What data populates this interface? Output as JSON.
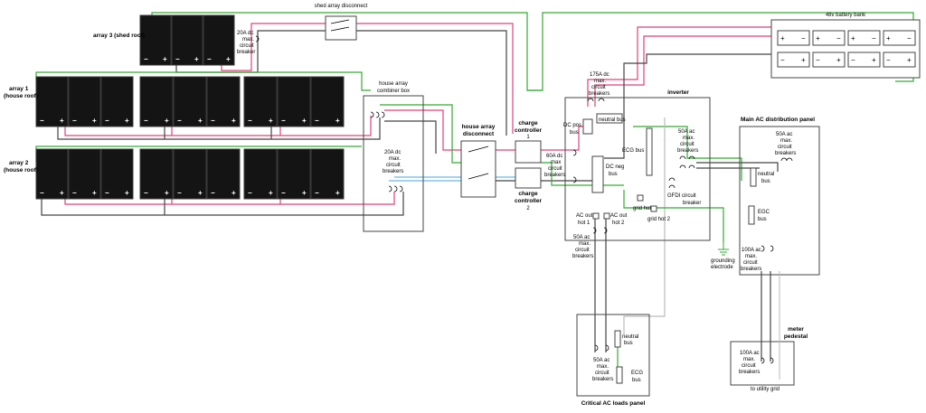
{
  "arrays": {
    "a3": "array 3 (shed roof)",
    "a1_l1": "array 1",
    "a1_l2": "(house roof)",
    "a2_l1": "array 2",
    "a2_l2": "(house roof)"
  },
  "breakers": {
    "shed": [
      "20A dc",
      "max.",
      "circuit",
      "breaker"
    ],
    "combiner": [
      "20A dc",
      "max.",
      "circuit",
      "breakers"
    ],
    "dc175": [
      "175A dc",
      "max.",
      "circuit",
      "breakers"
    ],
    "dc60": [
      "60A dc",
      "max",
      "circuit",
      "breakers"
    ],
    "ac50_inv": [
      "50A ac",
      "max.",
      "circuit",
      "breakers"
    ],
    "ac50_out": [
      "50A ac",
      "max.",
      "circuit",
      "breakers"
    ],
    "ac50_main": [
      "50A ac",
      "max.",
      "circuit",
      "breakers"
    ],
    "ac100_main": [
      "100A ac",
      "max.",
      "circuit",
      "breakers"
    ],
    "ac50_crit": [
      "50A ac",
      "max.",
      "circuit",
      "breakers"
    ],
    "ac100_meter": [
      "100A ac",
      "max.",
      "circuit",
      "breakers"
    ],
    "gfdi": [
      "GFDI circuit",
      "breaker"
    ]
  },
  "labels": {
    "shed_disconnect": "shed array disconnect",
    "combiner_l1": "house array",
    "combiner_l2": "combiner box",
    "house_disc_l1": "house array",
    "house_disc_l2": "disconnect",
    "cc1_l1": "charge",
    "cc1_l2": "controller",
    "cc1_l3": "1",
    "cc2_l1": "charge",
    "cc2_l2": "controller",
    "cc2_l3": "2",
    "inverter": "inverter",
    "battery": "48v battery bank",
    "dc_pos_l1": "DC pos",
    "dc_pos_l2": "bus",
    "neutral_bus": "neutral bus",
    "ecg_bus": "ECG bus",
    "dc_neg_l1": "DC neg",
    "dc_neg_l2": "bus",
    "grid_hot1": "grid hot 1",
    "grid_hot2": "grid hot 2",
    "ac_out1_l1": "AC out",
    "ac_out1_l2": "hot 1",
    "ac_out2_l1": "AC out",
    "ac_out2_l2": "hot 2",
    "main_panel": "Main AC distribution panel",
    "main_neutral_l1": "neutral",
    "main_neutral_l2": "bus",
    "egc_l1": "EGC",
    "egc_l2": "bus",
    "grounding_l1": "grounding",
    "grounding_l2": "electrode",
    "crit_panel": "Critical AC loads panel",
    "crit_neutral_l1": "neutral",
    "crit_neutral_l2": "bus",
    "crit_ecg_l1": "ECG",
    "crit_ecg_l2": "bus",
    "meter_l1": "meter",
    "meter_l2": "pedestal",
    "utility": "to utility grid"
  },
  "wire_colors": {
    "positive": "#e0407a",
    "negative": "#444444",
    "ground": "#33aa33",
    "dc_link": "#6ab8e8",
    "neutral": "#bbbbbb"
  }
}
